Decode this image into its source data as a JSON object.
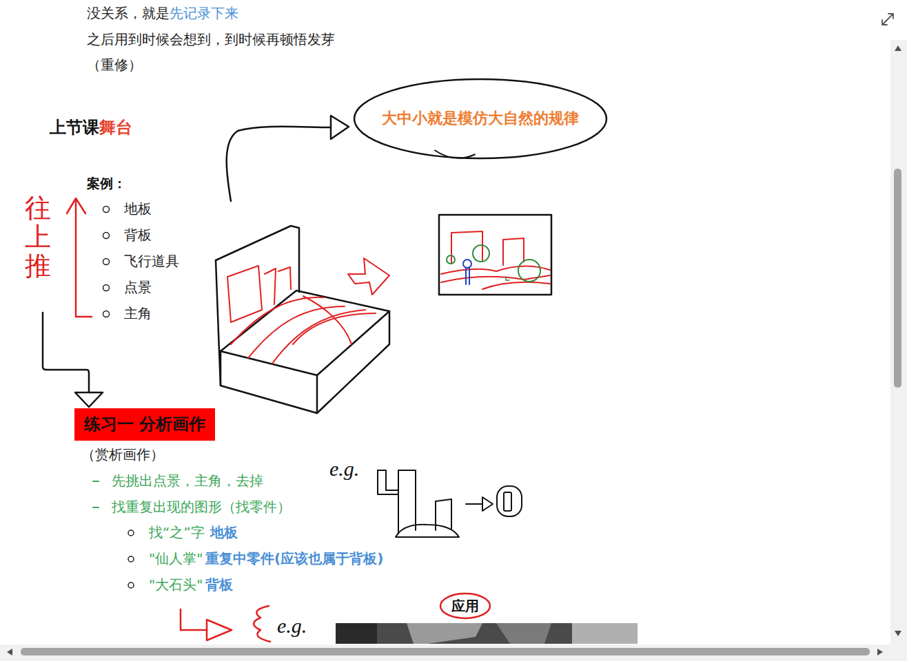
{
  "diagram": {
    "nodes": [
      {
        "text": [
          "大中小就是模仿大自然的规律"
        ]
      },
      {
        "text": [
          "练习一 分析画作"
        ]
      },
      {
        "text": [
          "应用"
        ]
      }
    ],
    "labels": [
      "没关系，就是",
      "先记录下来",
      "之后用到时候会想到，到时候再顿悟发芽",
      "（重修）",
      "上节课",
      "舞台",
      "案例：",
      "地板",
      "背板",
      "飞行道具",
      "点景",
      "主角",
      "往上推",
      "e.g.",
      "（赏析画作）",
      "先挑出点景，主角，去掉",
      "找重复出现的图形（找零件）",
      "找“之”字",
      "地板",
      "\"仙人掌\"",
      "重复中零件(应该也属于背板)",
      "\"大石头\"",
      "背板",
      "e.g."
    ]
  }
}
